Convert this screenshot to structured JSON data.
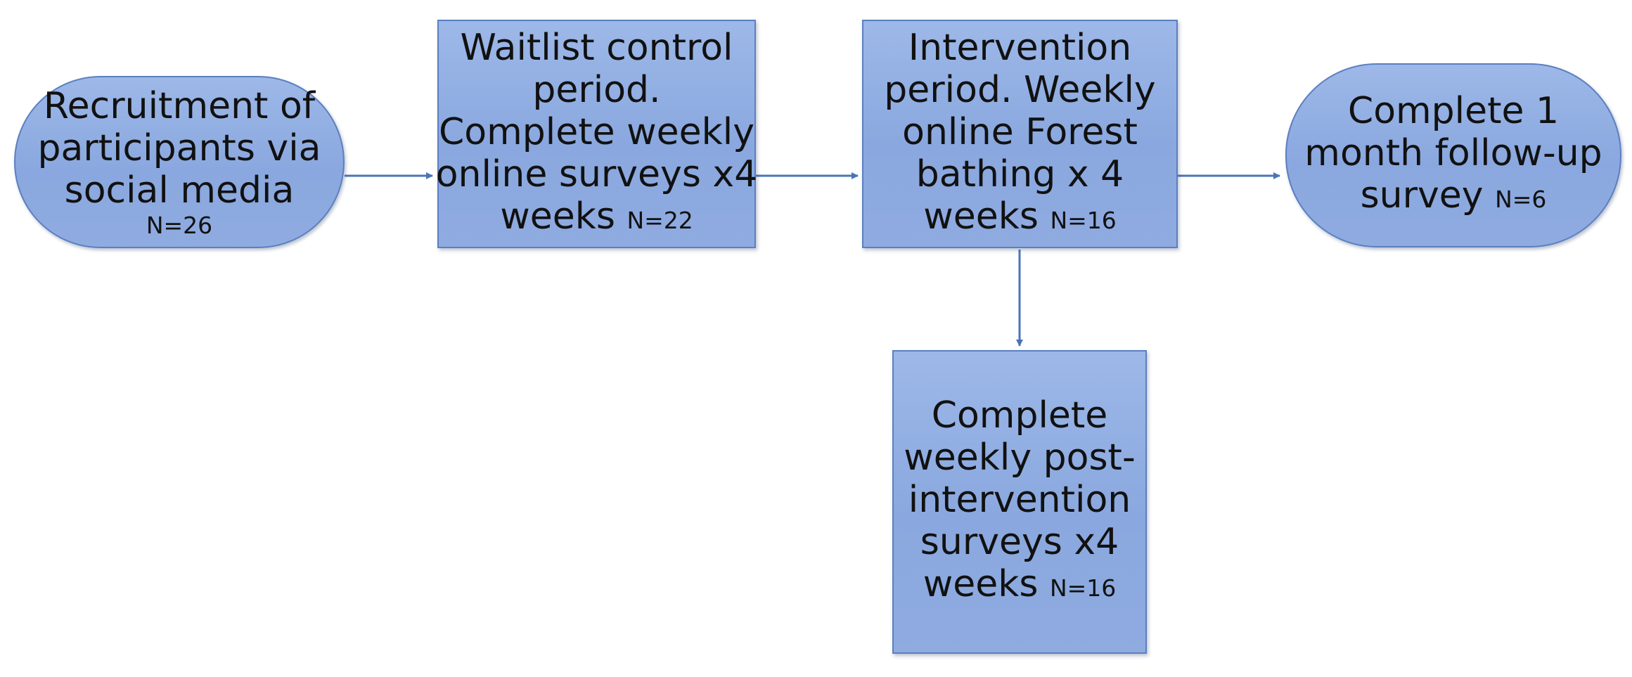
{
  "colors": {
    "node_fill": "#8fabe0",
    "node_border": "#5b7fc0",
    "arrow": "#4a74b8",
    "background": "#ffffff"
  },
  "nodes": {
    "recruitment": {
      "lines": [
        "Recruitment of",
        "participants via",
        "social media"
      ],
      "n": "N=26"
    },
    "waitlist": {
      "lines": [
        "Waitlist control",
        "period.",
        "Complete weekly",
        "online surveys x4",
        "weeks"
      ],
      "n": "N=22"
    },
    "intervention": {
      "lines": [
        "Intervention",
        "period. Weekly",
        "online Forest",
        "bathing x 4",
        "weeks"
      ],
      "n": "N=16"
    },
    "followup": {
      "lines": [
        "Complete 1",
        "month follow-up",
        "survey"
      ],
      "n": "N=6"
    },
    "post": {
      "lines": [
        "Complete",
        "weekly post-",
        "intervention",
        "surveys x4",
        "weeks"
      ],
      "n": "N=16"
    }
  }
}
